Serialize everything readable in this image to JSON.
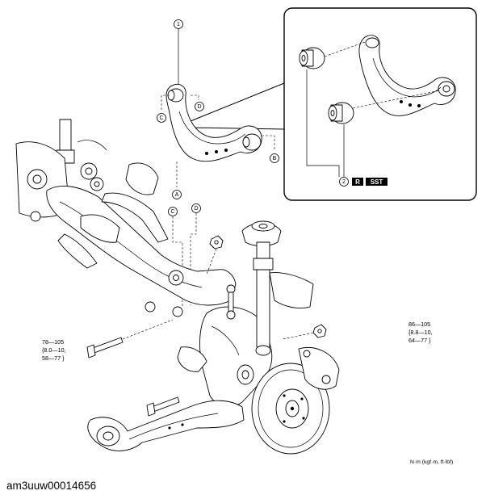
{
  "caption": "am3uuw00014656",
  "units_note": "N·m (kgf·m, ft·lbf)",
  "part_numbers": {
    "upper_arm": "1",
    "bushing": "2"
  },
  "callout_letters": {
    "A": "A",
    "B": "B",
    "C": "C",
    "D": "D"
  },
  "badges": {
    "replace": "R",
    "sst": "SST"
  },
  "torque_left": {
    "line1": "78—105",
    "line2": "{8.0—10,",
    "line3": "58—77 }"
  },
  "torque_right": {
    "line1": "86—105",
    "line2": "{8.8—10,",
    "line3": "64—77 }"
  }
}
